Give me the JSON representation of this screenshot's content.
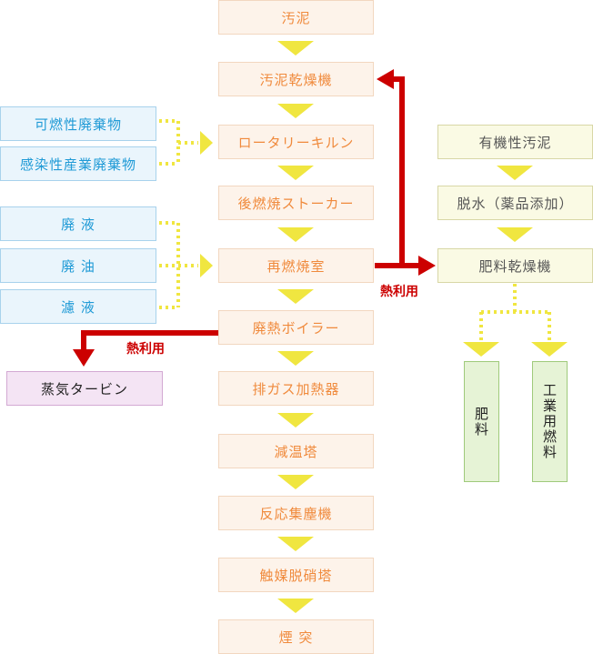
{
  "main_flow": [
    "汚泥",
    "汚泥乾燥機",
    "ロータリーキルン",
    "後燃焼ストーカー",
    "再燃焼室",
    "廃熱ボイラー",
    "排ガス加熱器",
    "減温塔",
    "反応集塵機",
    "触媒脱硝塔",
    "煙 突"
  ],
  "inputs": {
    "group1": [
      "可燃性廃棄物",
      "感染性産業廃棄物"
    ],
    "group2": [
      "廃 液",
      "廃 油",
      "濾 液"
    ]
  },
  "sludge_line": [
    "有機性汚泥",
    "脱水（薬品添加）",
    "肥料乾燥機"
  ],
  "products": [
    "肥料",
    "工業用燃料"
  ],
  "turbine": "蒸気タービン",
  "heat_labels": {
    "right": "熱利用",
    "left": "熱利用"
  },
  "colors": {
    "flow_arrow": "#f0e640",
    "heat_arrow": "#cc0000",
    "dotted_line": "#f0e640"
  }
}
